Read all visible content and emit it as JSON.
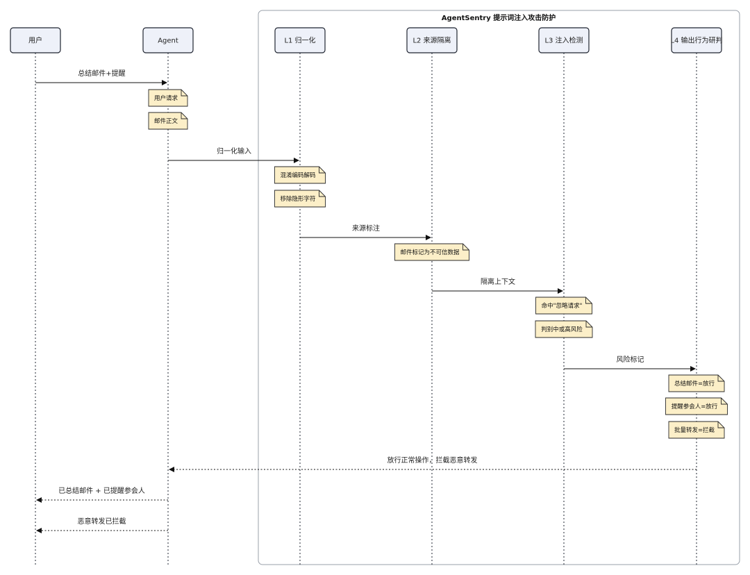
{
  "group": {
    "title": "AgentSentry 提示词注入攻击防护"
  },
  "participants": [
    {
      "id": "user",
      "label": "用户"
    },
    {
      "id": "agent",
      "label": "Agent"
    },
    {
      "id": "l1",
      "label": "L1 归一化"
    },
    {
      "id": "l2",
      "label": "L2 来源隔离"
    },
    {
      "id": "l3",
      "label": "L3 注入检测"
    },
    {
      "id": "l4",
      "label": "L4 输出行为研判"
    }
  ],
  "messages": [
    {
      "from": "user",
      "to": "agent",
      "label": "总结邮件+提醒",
      "style": "solid"
    },
    {
      "from": "agent",
      "to": "l1",
      "label": "归一化输入",
      "style": "solid"
    },
    {
      "from": "l1",
      "to": "l2",
      "label": "来源标注",
      "style": "solid"
    },
    {
      "from": "l2",
      "to": "l3",
      "label": "隔离上下文",
      "style": "solid"
    },
    {
      "from": "l3",
      "to": "l4",
      "label": "风险标记",
      "style": "solid"
    },
    {
      "from": "l4",
      "to": "agent",
      "label": "放行正常操作，拦截恶意转发",
      "style": "dotted"
    },
    {
      "from": "agent",
      "to": "user",
      "label": "已总结邮件 + 已提醒参会人",
      "style": "dotted"
    },
    {
      "from": "agent",
      "to": "user",
      "label": "恶意转发已拦截",
      "style": "dotted"
    }
  ],
  "notes": [
    {
      "over": "agent",
      "label": "用户请求"
    },
    {
      "over": "agent",
      "label": "邮件正文"
    },
    {
      "over": "l1",
      "label": "混淆编码解码"
    },
    {
      "over": "l1",
      "label": "移除隐形字符"
    },
    {
      "over": "l2",
      "label": "邮件标记为不可信数据"
    },
    {
      "over": "l3",
      "label": "命中\"忽略请求\""
    },
    {
      "over": "l3",
      "label": "判别中或高风险"
    },
    {
      "over": "l4",
      "label": "总结邮件=放行"
    },
    {
      "over": "l4",
      "label": "提醒参会人=放行"
    },
    {
      "over": "l4",
      "label": "批量转发=拦截"
    }
  ]
}
